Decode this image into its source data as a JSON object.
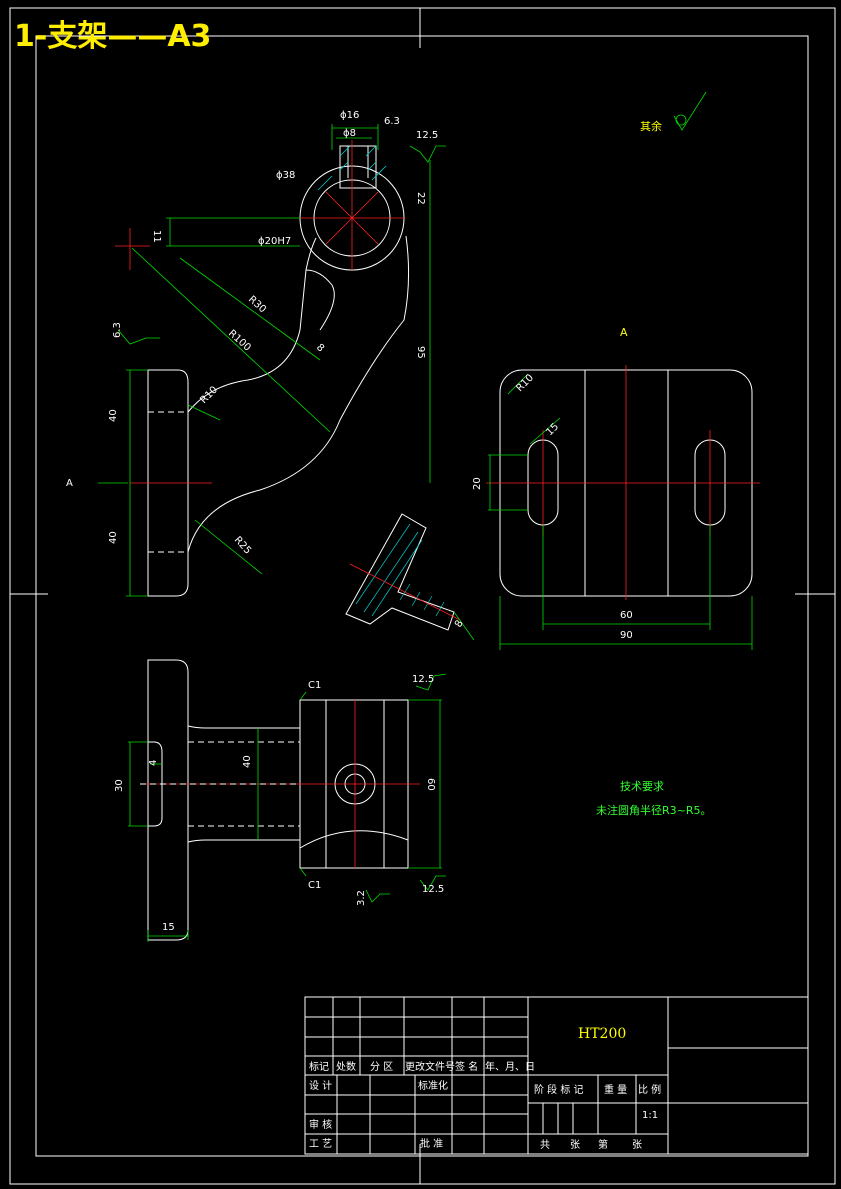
{
  "title": "1-支架——A3",
  "view_label_a": "A",
  "section_arrow_label": "A",
  "dimensions": {
    "phi16": "ϕ16",
    "phi8": "ϕ8",
    "r63": "6.3",
    "r125_top": "12.5",
    "phi38": "ϕ38",
    "d22": "22",
    "phi20h7": "ϕ20H7",
    "d11": "11",
    "r30": "R30",
    "r100": "R100",
    "d8_arm": "8",
    "d95": "95",
    "r63_side": "6.3",
    "r10": "R10",
    "d40_upper": "40",
    "d40_lower": "40",
    "r25": "R25",
    "r10_top": "R10",
    "d15_slot": "15",
    "d20": "20",
    "d60": "60",
    "d90": "90",
    "d8_section": "8",
    "c1_top": "C1",
    "r125_right": "12.5",
    "d30": "30",
    "d4": "4",
    "d40_mid": "40",
    "d60_right": "60",
    "c1_bottom": "C1",
    "r32": "3.2",
    "r125_bottom": "12.5",
    "d15_base": "15"
  },
  "roughness_note": "其余",
  "technical_requirements": {
    "heading": "技术要求",
    "line1": "未注圆角半径R3~R5。"
  },
  "title_block": {
    "material": "HT200",
    "col_mark": "标记",
    "col_count": "处数",
    "col_zone": "分 区",
    "col_docno": "更改文件号",
    "col_sign": "签 名",
    "col_date": "年、月、日",
    "row_design": "设 计",
    "row_standard": "标准化",
    "row_review": "审 核",
    "row_process": "工 艺",
    "row_approve": "批 准",
    "stage_mark": "阶 段 标 记",
    "weight": "重 量",
    "scale_label": "比 例",
    "scale_value": "1:1",
    "sheets_total": "共",
    "sheets_unit1": "张",
    "sheets_no": "第",
    "sheets_unit2": "张"
  }
}
